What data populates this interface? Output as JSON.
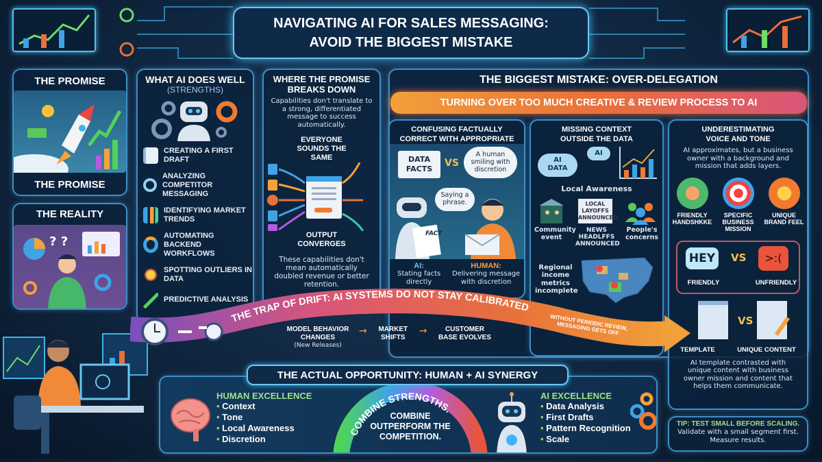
{
  "title": {
    "line1": "Navigating AI for Sales Messaging:",
    "line2": "Avoid the Biggest Mistake"
  },
  "promise": {
    "heading": "The Promise",
    "caption": "The Promise"
  },
  "reality": {
    "heading": "The Reality"
  },
  "strengths": {
    "heading": "What AI Does Well",
    "subheading": "(Strengths)",
    "items": [
      {
        "label": "Creating a First Draft",
        "icon": "document-icon"
      },
      {
        "label": "Analyzing Competitor Messaging",
        "icon": "magnifier-icon"
      },
      {
        "label": "Identifying Market Trends",
        "icon": "trend-chart-icon"
      },
      {
        "label": "Automating Backend Workflows",
        "icon": "gears-icon"
      },
      {
        "label": "Spotting Outliers in Data",
        "icon": "spark-icon"
      },
      {
        "label": "Predictive Analysis",
        "icon": "growth-chart-icon"
      }
    ]
  },
  "breakdown": {
    "heading": "Where the Promise Breaks Down",
    "intro": "Capabilities don't translate to a strong, differentiated message to success automatically.",
    "everyone": "Everyone sounds the same",
    "output": "Output converges",
    "footer": "These capabilities don't mean automatically doubled revenue or better retention."
  },
  "mistake": {
    "heading": "The Biggest Mistake: Over-Delegation",
    "banner": "Turning over too much creative & review process to AI",
    "confusing": {
      "heading": "Confusing factually correct with appropriate",
      "data_facts": "DATA FACTS",
      "vs": "VS",
      "human_bubble": "A human smiling with discretion",
      "phrase_bubble": "Saying a phrase.",
      "fact_label": "FACT",
      "ai_label": "AI:",
      "ai_desc": "Stating facts directly",
      "human_label": "HUMAN:",
      "human_desc": "Delivering message with discretion"
    },
    "context": {
      "heading": "Missing context outside the data",
      "ai_data": "AI DATA",
      "ai": "AI",
      "local": "Local Awareness",
      "headline": "LOCAL LAYOFFS ANNOUNCED",
      "items": [
        "Community event",
        "NEWS HEADLFFS ANNOUNCED",
        "People's concerns"
      ],
      "regional": "Regional income metrics incomplete"
    },
    "voice": {
      "heading": "Underestimating voice and tone",
      "intro": "AI approximates, but a business owner with a background and mission that adds layers.",
      "items": [
        "Friendly Handshkke",
        "Specific Business Mission",
        "Unique Brand Feel"
      ],
      "hey": "HEY",
      "vs": "VS",
      "friendly": "Friendly",
      "unfriendly": "Unfriendly",
      "template": "Template",
      "unique": "Unique Content",
      "desc": "AI template contrasted with unique content with business owner mission and content that helps them communicate."
    }
  },
  "drift": {
    "title": "THE TRAP OF DRIFT: AI SYSTEMS DO NOT STAY CALIBRATED",
    "steps": [
      "MODEL BEHAVIOR CHANGES",
      "MARKET SHIFTS",
      "CUSTOMER BASE EVOLVES"
    ],
    "step1_note": "(New Releases)",
    "end_note_1": "WITHOUT PERIODIC REVIEW,",
    "end_note_2": "MESSAGING GETS OFF"
  },
  "opportunity": {
    "heading": "The Actual Opportunity: Human + AI Synergy",
    "human_title": "Human Excellence",
    "human_items": [
      "Context",
      "Tone",
      "Local Awareness",
      "Discretion"
    ],
    "arc_text": "COMBINE STRENGTHS.",
    "center": "COMBINE OUTPERFORM THE COMPETITION.",
    "ai_title": "AI Excellence",
    "ai_items": [
      "Data Analysis",
      "First Drafts",
      "Pattern Recognition",
      "Scale"
    ]
  },
  "tip": {
    "title": "TIP: TEST SMALL BEFORE SCALING.",
    "body": "Validate with a small segment first. Measure results."
  },
  "colors": {
    "background": "#0d2138",
    "panel_border": "#3d8fc4",
    "banner_orange": "#e8703a",
    "banner_pink": "#d9557a",
    "tip_green": "#9fe08a",
    "vs_yellow": "#f2c14e"
  }
}
